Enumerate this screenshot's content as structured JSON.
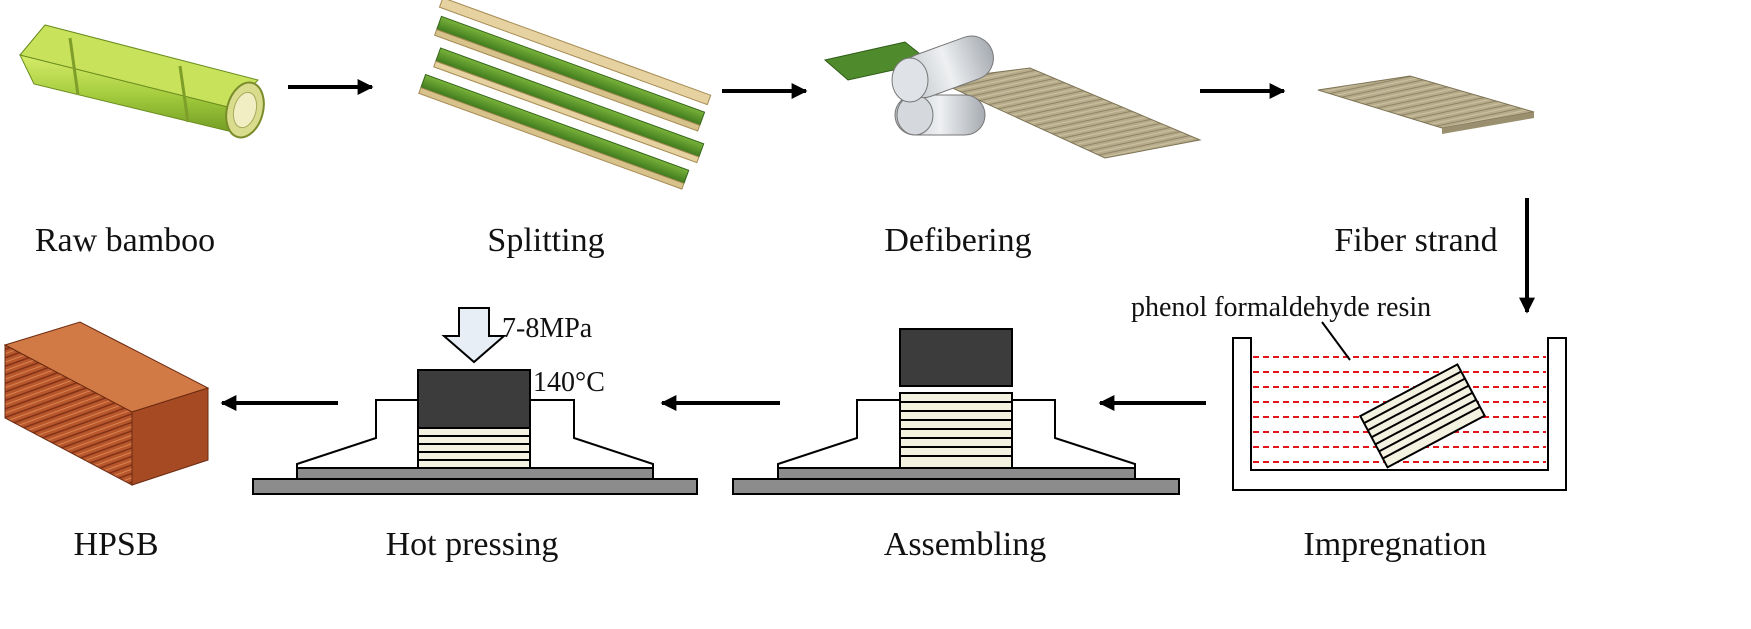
{
  "steps": {
    "raw_bamboo": "Raw bamboo",
    "splitting": "Splitting",
    "defibering": "Defibering",
    "fiber_strand": "Fiber strand",
    "impregnation": "Impregnation",
    "assembling": "Assembling",
    "hot_pressing": "Hot pressing",
    "hpsb": "HPSB"
  },
  "annotations": {
    "resin": "phenol formaldehyde resin",
    "pressure": "7-8MPa",
    "temperature": "140°C"
  },
  "colors": {
    "arrow": "#000000",
    "resin_line": "#e0161b",
    "bamboo_green": "#9cc43a",
    "press_block": "#3c3c3c",
    "base_plate": "#8c8c8c",
    "layer_fill": "#f3f1df",
    "hpsb_wood": "#b8562c"
  }
}
